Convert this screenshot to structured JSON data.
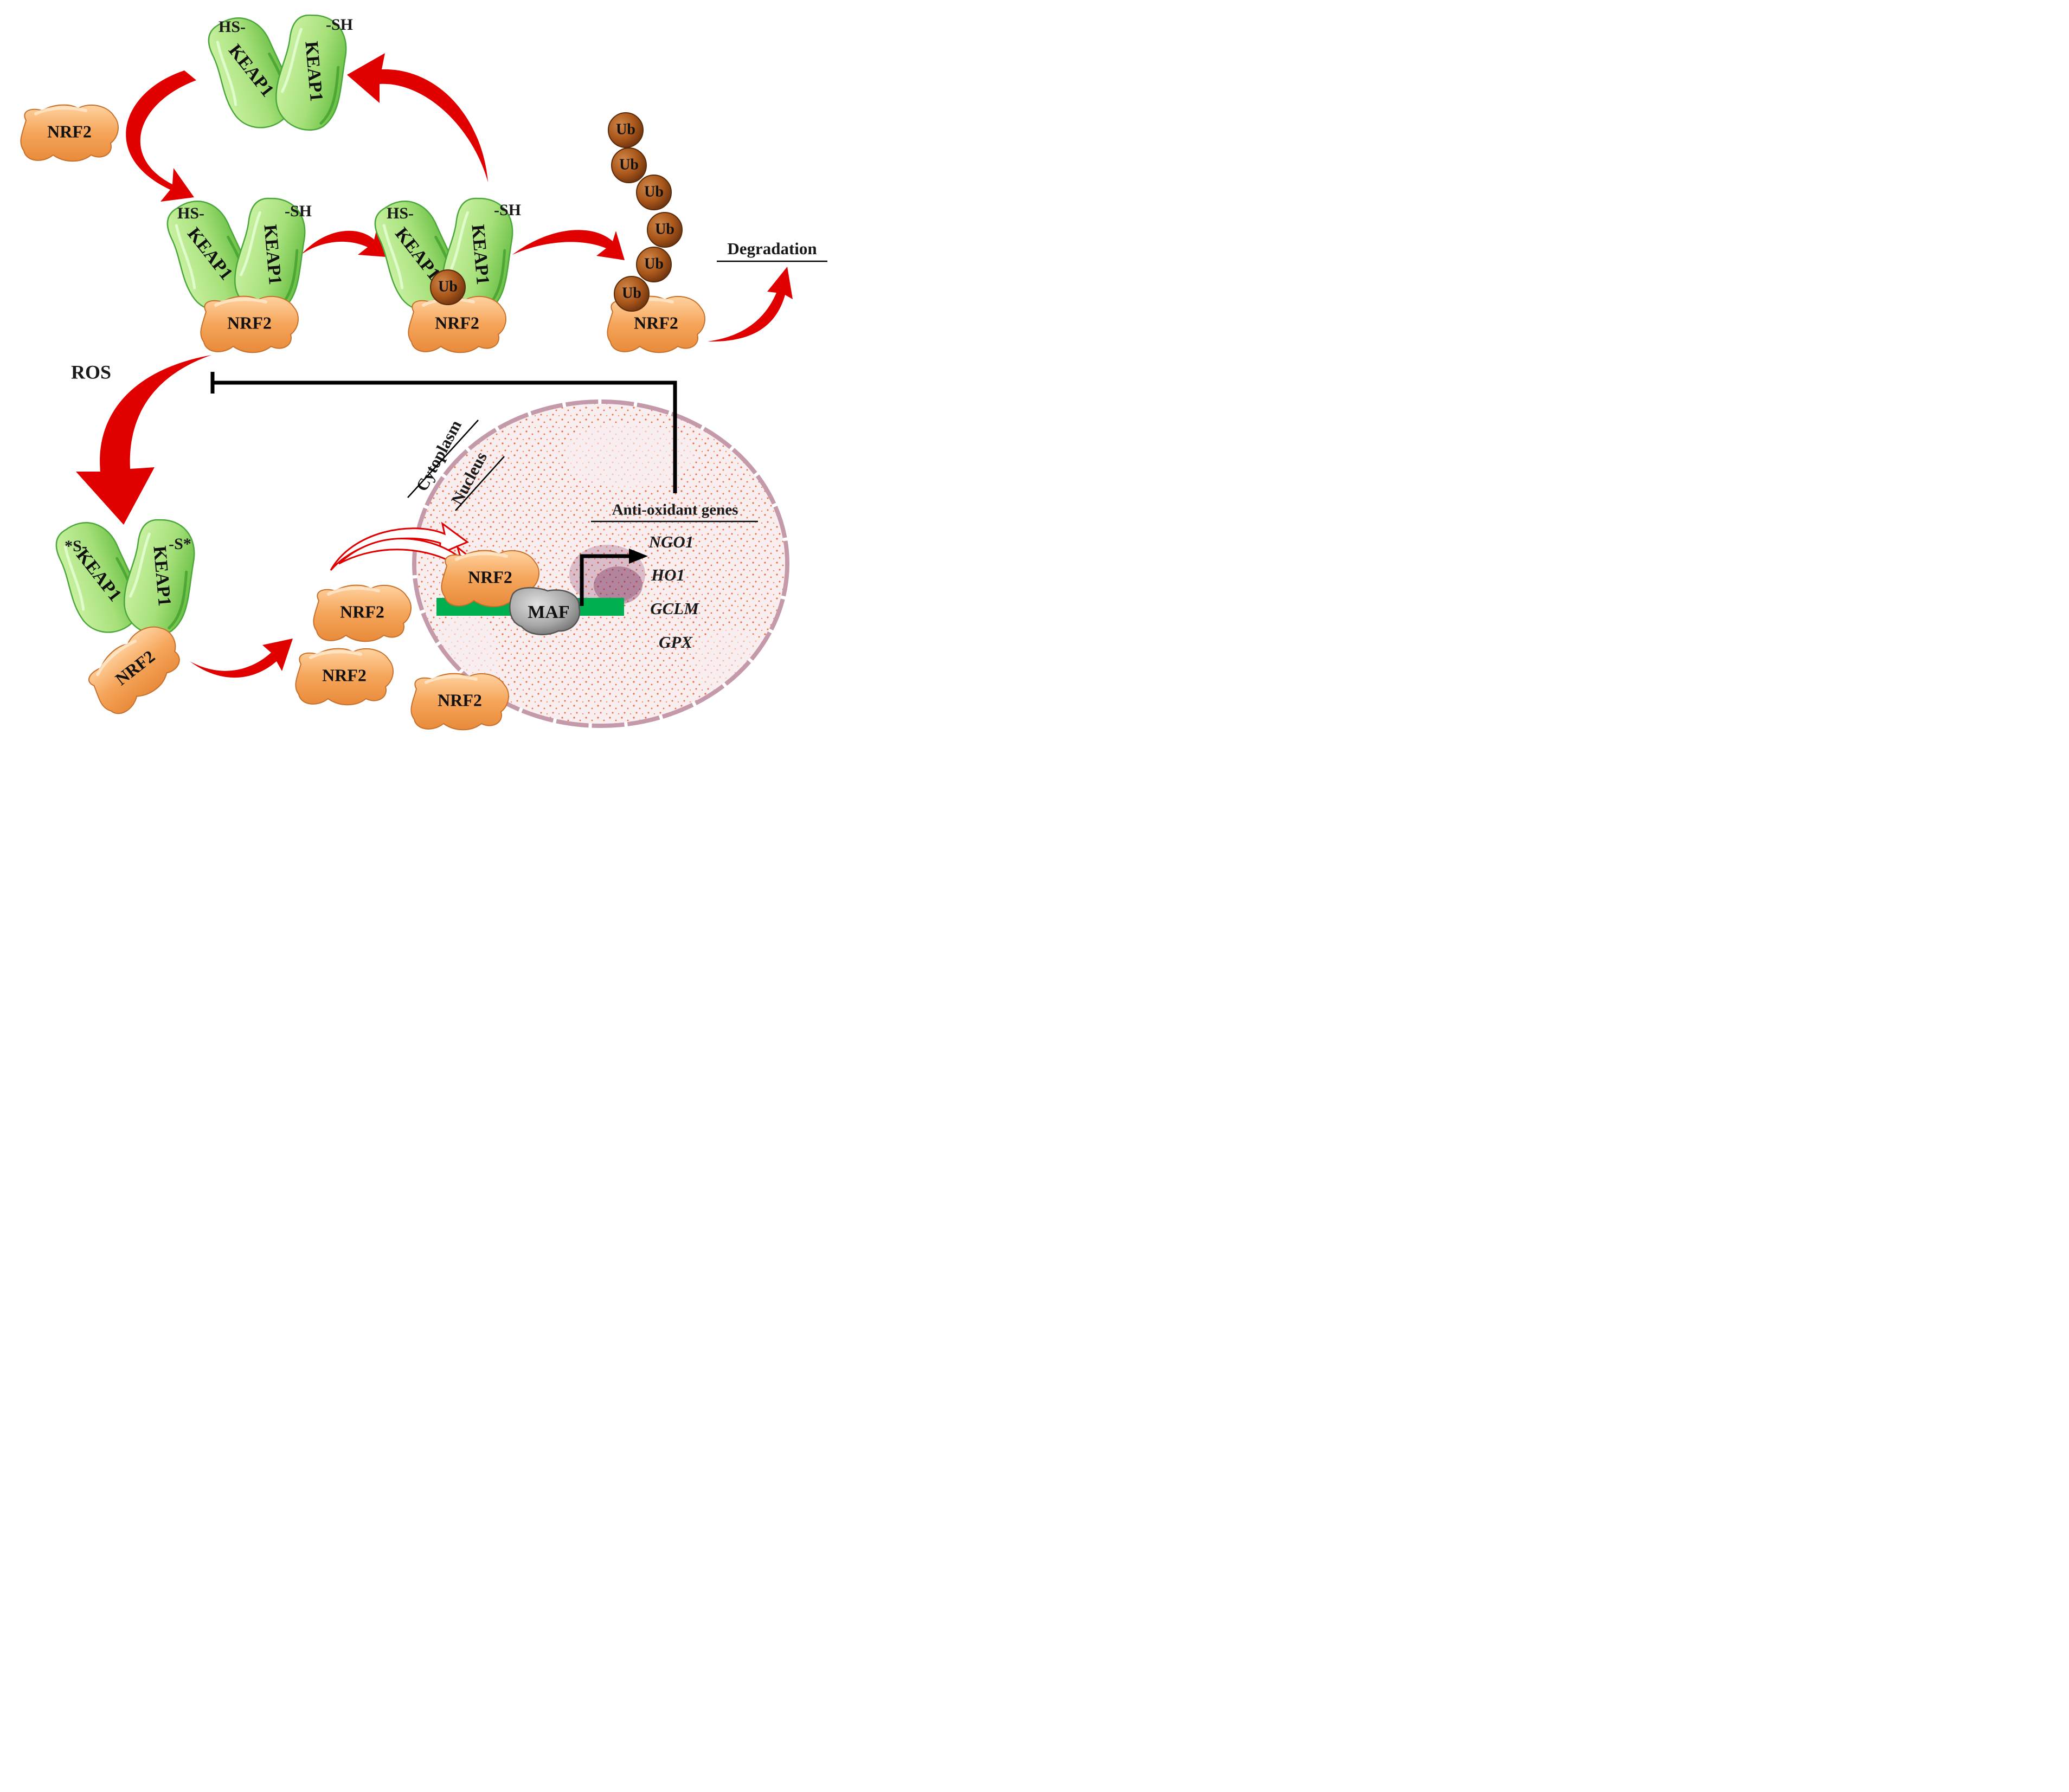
{
  "labels": {
    "keap1": "KEAP1",
    "nrf2": "NRF2",
    "ub": "Ub",
    "maf": "MAF",
    "thiol_left": "HS-",
    "thiol_right": "-SH",
    "oxidized_left": "*S-",
    "oxidized_right": "-S*",
    "ros": "ROS",
    "degradation": "Degradation",
    "cytoplasm": "Cytoplasm",
    "nucleus": "Nucleus",
    "antioxidant_genes": "Anti-oxidant genes"
  },
  "genes": [
    "NGO1",
    "HO1",
    "GCLM",
    "GPX"
  ],
  "colors": {
    "keap1_fill": "#a6e07a",
    "keap1_edge": "#4aa83a",
    "nrf2_fill": "#f5a55a",
    "nrf2_edge": "#c8702a",
    "ub_fill": "#a8561a",
    "maf_fill": "#a8a8a8",
    "dna": "#00b050",
    "arrow_red": "#e00000",
    "inhibit": "#000000",
    "nucleus_fill": "#f8eef0",
    "nucleus_edge": "#c49aab",
    "chromatin": "#f06030"
  }
}
